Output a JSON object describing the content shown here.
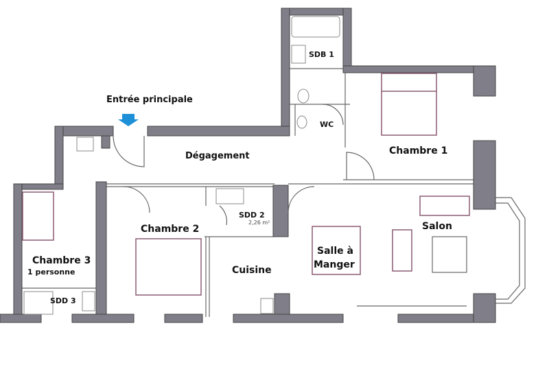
{
  "rooms": {
    "entree": "Entrée principale",
    "sdb1": "SDB 1",
    "wc": "WC",
    "degagement": "Dégagement",
    "chambre1": "Chambre 1",
    "chambre2": "Chambre 2",
    "sdd2": "SDD 2",
    "sdd2_area": "2,26 m²",
    "cuisine": "Cuisine",
    "salle_a_manger_1": "Salle à",
    "salle_a_manger_2": "Manger",
    "salon": "Salon",
    "chambre3": "Chambre 3",
    "chambre3_note": "1 personne",
    "sdd3": "SDD 3"
  },
  "colors": {
    "wall": "#807e88",
    "arrow": "#1e90d8",
    "furniture": "#8a5a72"
  }
}
